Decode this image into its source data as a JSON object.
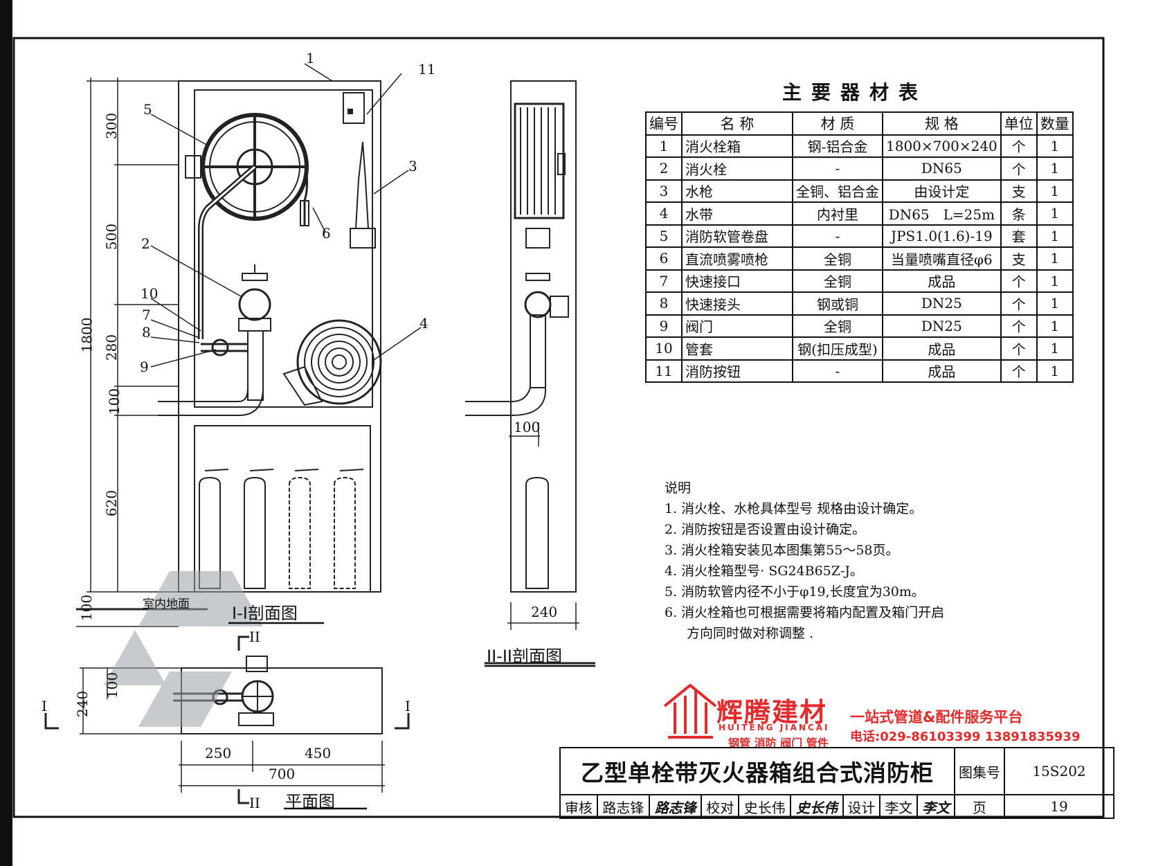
{
  "material_table": {
    "title": "主要器材表",
    "headers": [
      "编号",
      "名  称",
      "材  质",
      "规  格",
      "单位",
      "数量"
    ],
    "rows": [
      [
        "1",
        "消火栓箱",
        "钢-铝合金",
        "1800×700×240",
        "个",
        "1"
      ],
      [
        "2",
        "消火栓",
        "-",
        "DN65",
        "个",
        "1"
      ],
      [
        "3",
        "水枪",
        "全铜、铝合金",
        "由设计定",
        "支",
        "1"
      ],
      [
        "4",
        "水带",
        "内衬里",
        "DN65　L=25m",
        "条",
        "1"
      ],
      [
        "5",
        "消防软管卷盘",
        "-",
        "JPS1.0(1.6)-19",
        "套",
        "1"
      ],
      [
        "6",
        "直流喷雾喷枪",
        "全铜",
        "当量喷嘴直径φ6",
        "支",
        "1"
      ],
      [
        "7",
        "快速接口",
        "全铜",
        "成品",
        "个",
        "1"
      ],
      [
        "8",
        "快速接头",
        "钢或铜",
        "DN25",
        "个",
        "1"
      ],
      [
        "9",
        "阀门",
        "全铜",
        "DN25",
        "个",
        "1"
      ],
      [
        "10",
        "管套",
        "钢(扣压成型)",
        "成品",
        "个",
        "1"
      ],
      [
        "11",
        "消防按钮",
        "-",
        "成品",
        "个",
        "1"
      ]
    ]
  },
  "notes": {
    "heading": "说明",
    "items": [
      "1. 消火栓、水枪具体型号  规格由设计确定。",
      "2. 消防按钮是否设置由设计确定。",
      "3. 消火栓箱安装见本图集第55～58页。",
      "4. 消火栓箱型号· SG24B65Z-J。",
      "5. 消防软管内径不小于φ19,长度宜为30m。",
      "6. 消火栓箱也可根据需要将箱内配置及箱门开启"
    ],
    "continuation": "方向同时做对称调整 ."
  },
  "title_block": {
    "drawing_title": "乙型单栓带灭火器箱组合式消防柜",
    "atlas_label": "图集号",
    "atlas_no": "15S202",
    "review_label": "审核",
    "reviewer": "路志锋",
    "review_signature": "路志锋",
    "check_label": "校对",
    "checker": "史长伟",
    "check_signature": "史长伟",
    "design_label": "设计",
    "designer": "李文",
    "design_signature": "李文",
    "page_label": "页",
    "page_no": "19"
  },
  "watermark": {
    "brand": "辉腾建材",
    "pinyin": "HUITENG JIANCAI",
    "products": "钢管 消防 阀门 管件",
    "slogan": "一站式管道&配件服务平台",
    "phone": "电话:029-86103399 13891835939",
    "brand_color": "#e42a2a"
  },
  "view_I": {
    "section_title": "I-I剖面图",
    "dims_vertical": [
      "300",
      "500",
      "280",
      "100",
      "620",
      "100"
    ],
    "dim_total": "1800",
    "floor_label": "室内地面",
    "callouts": [
      "1",
      "2",
      "3",
      "4",
      "5",
      "6",
      "7",
      "8",
      "9",
      "10",
      "11"
    ]
  },
  "view_II": {
    "section_title": "II-II剖面图",
    "dim_depth": "240",
    "dim_offset": "100"
  },
  "plan_view": {
    "title": "平面图",
    "dim_depth": "240",
    "dim_offset": "100",
    "dim_left": "250",
    "dim_right": "450",
    "dim_total": "700",
    "cut_mark_I": "I",
    "cut_mark_II": "II"
  }
}
